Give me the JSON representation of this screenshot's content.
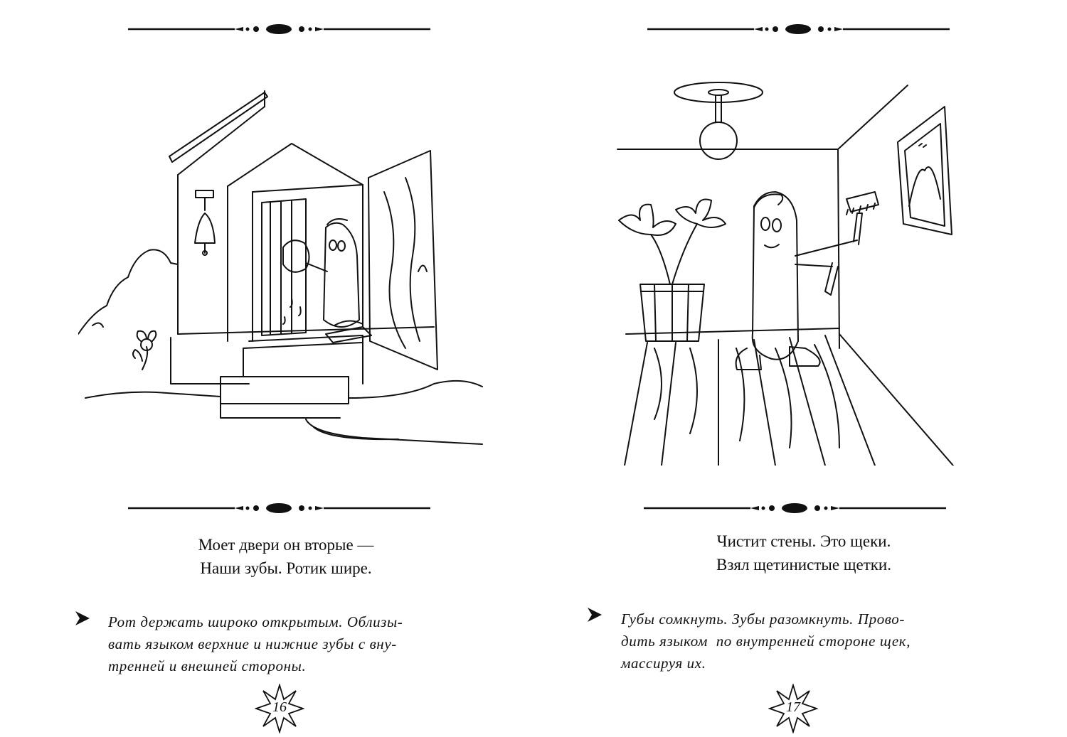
{
  "left_page": {
    "verse_line1": "Моет двери он вторые —",
    "verse_line2": "Наши зубы. Ротик шире.",
    "instruction_line1": "Рот держать широко открытым. Облизы-",
    "instruction_line2": "вать языком верхние и нижние зубы с вну-",
    "instruction_line3": "тренней и внешней стороны.",
    "page_number": "16",
    "bullet_icon": "arrowhead-bullet-icon"
  },
  "right_page": {
    "verse_line1": "Чистит стены. Это щеки.",
    "verse_line2": "Взял щетинистые щетки.",
    "instruction_line1": "Губы сомкнуть. Зубы разомкнуть. Прово-",
    "instruction_line2": "дить языком  по внутренней стороне щек,",
    "instruction_line3": "массируя их.",
    "page_number": "17",
    "bullet_icon": "arrowhead-bullet-icon"
  },
  "colors": {
    "ink": "#111111",
    "paper": "#ffffff"
  }
}
